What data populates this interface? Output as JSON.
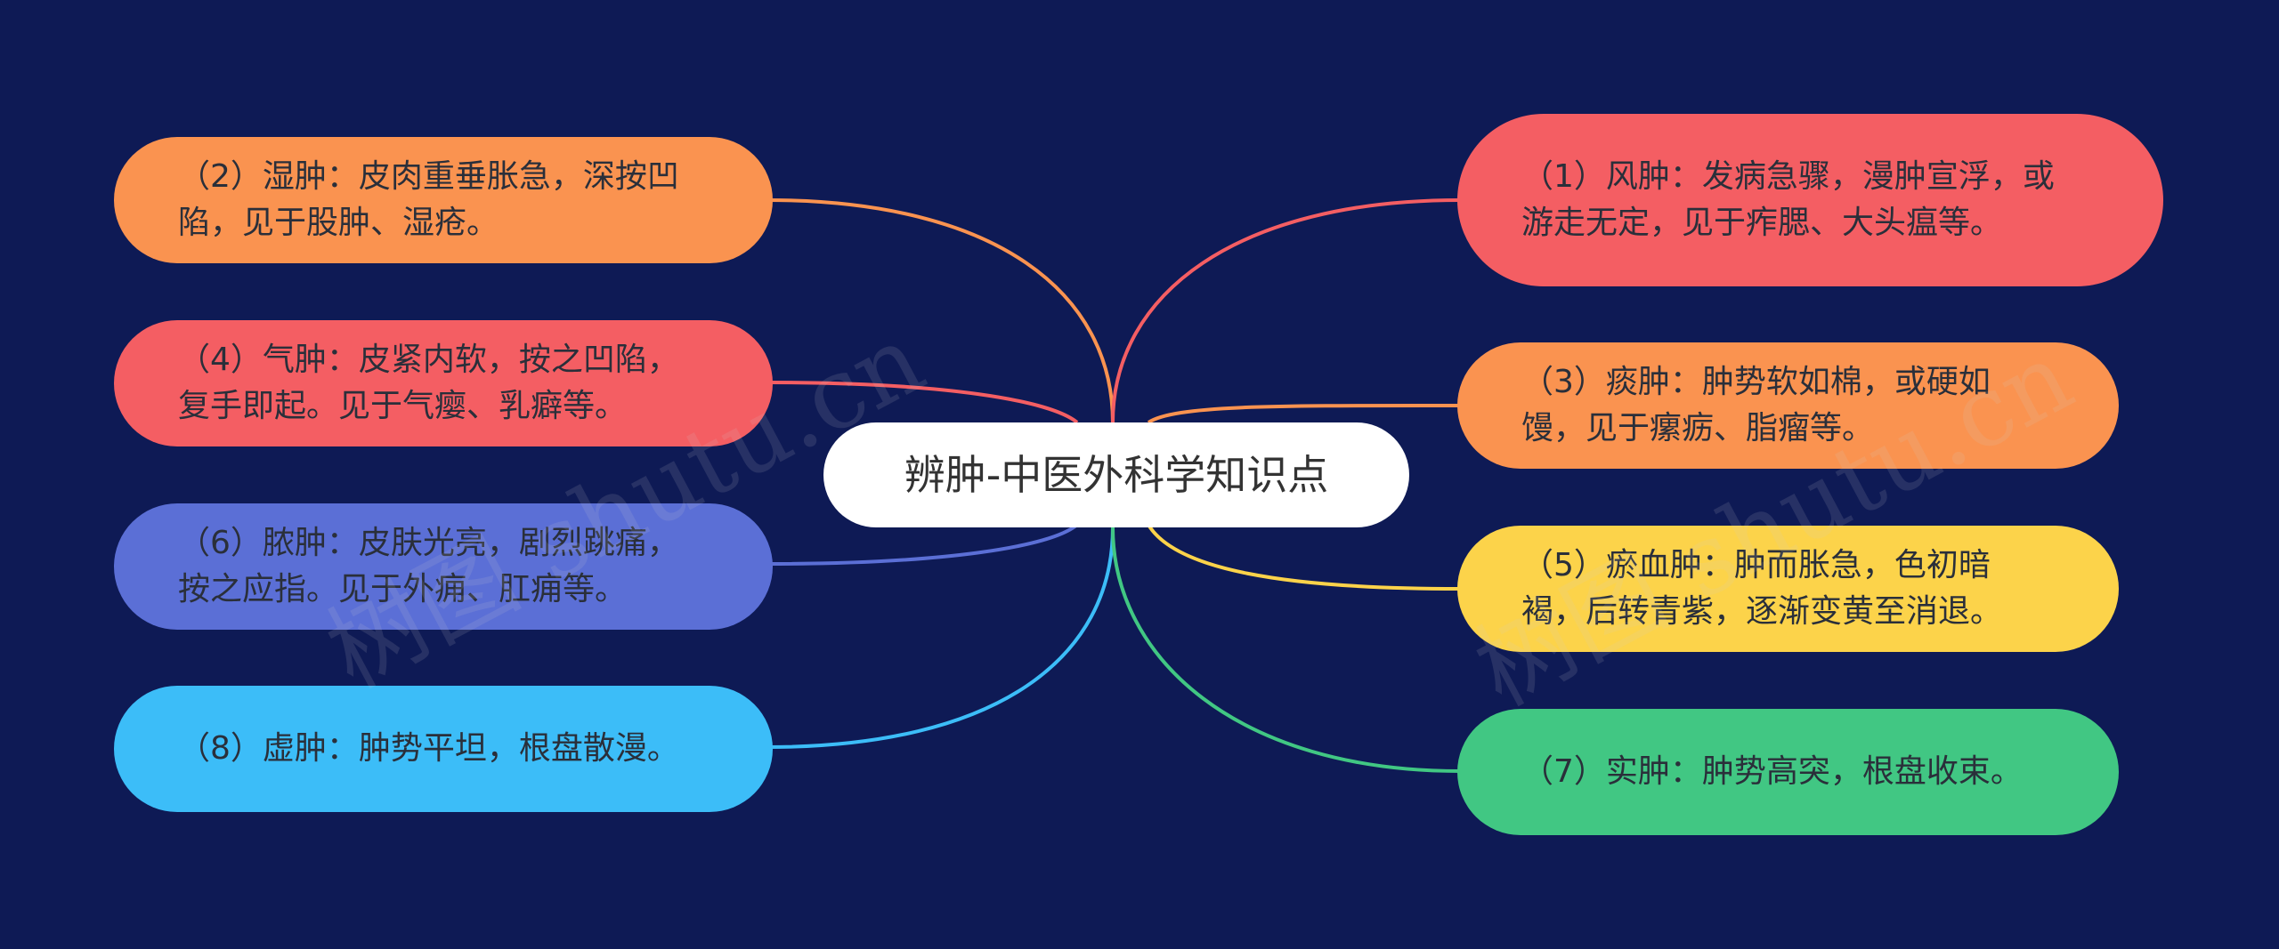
{
  "center": {
    "label": "辨肿-中医外科学知识点",
    "color": "#ffffff"
  },
  "background": "#0e1a55",
  "nodes": {
    "n1": {
      "text": "（1）风肿：发病急骤，漫肿宣浮，或游走无定，见于痄腮、大头瘟等。",
      "color": "#f45e63"
    },
    "n2": {
      "text": "（2）湿肿：皮肉重垂胀急，深按凹陷，见于股肿、湿疮。",
      "color": "#fa9350"
    },
    "n3": {
      "text": "（3）痰肿：肿势软如棉，或硬如馒，见于瘰疬、脂瘤等。",
      "color": "#fa9350"
    },
    "n4": {
      "text": "（4）气肿：皮紧内软，按之凹陷，复手即起。见于气瘿、乳癖等。",
      "color": "#f45e63"
    },
    "n5": {
      "text": "（5）瘀血肿：肿而胀急，色初暗褐，后转青紫，逐渐变黄至消退。",
      "color": "#fcd34a"
    },
    "n6": {
      "text": "（6）脓肿：皮肤光亮，剧烈跳痛，按之应指。见于外痈、肛痈等。",
      "color": "#5b6fd6"
    },
    "n7": {
      "text": "（7）实肿：肿势高突，根盘收束。",
      "color": "#41c783"
    },
    "n8": {
      "text": "（8）虚肿：肿势平坦，根盘散漫。",
      "color": "#3cbdf8"
    }
  },
  "watermarks": [
    "树图 shutu.cn",
    "树图 shutu.cn"
  ]
}
